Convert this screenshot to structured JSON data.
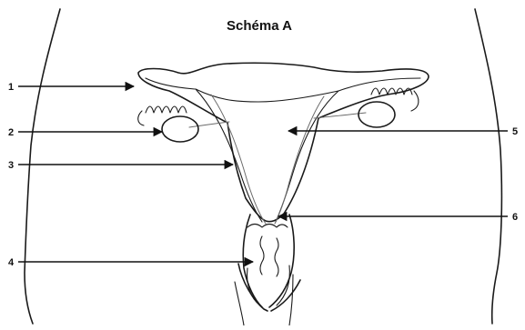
{
  "title": "Schéma A",
  "labels": [
    "1",
    "2",
    "3",
    "4",
    "5",
    "6"
  ]
}
